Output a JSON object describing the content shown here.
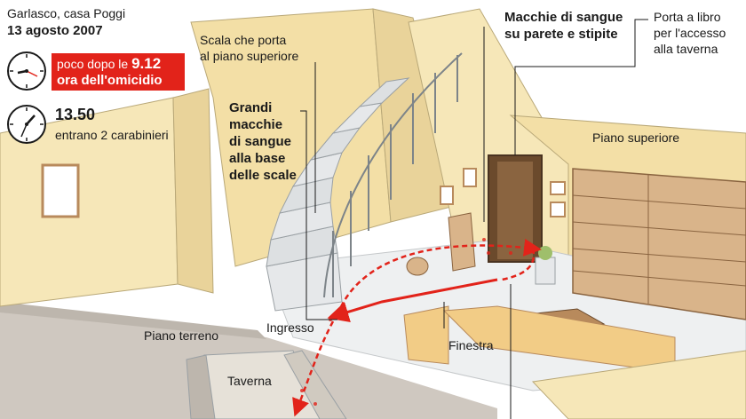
{
  "header": {
    "place": "Garlasco, casa Poggi",
    "date": "13 agosto 2007"
  },
  "timeline": [
    {
      "time_prefix": "poco dopo le",
      "time": "9.12",
      "text": "ora dell'omicidio",
      "highlight_color": "#e2231a"
    },
    {
      "time": "13.50",
      "text": "entrano 2 carabinieri"
    }
  ],
  "labels": {
    "stairs_line1": "Scala che porta",
    "stairs_line2": "al piano superiore",
    "blood_stairs": [
      "Grandi",
      "macchie",
      "di sangue",
      "alla base",
      "delle scale"
    ],
    "blood_wall_line1": "Macchie di sangue",
    "blood_wall_line2": "su parete e stipite",
    "door_line1": "Porta a libro",
    "door_line2": "per l'accesso",
    "door_line3": "alla taverna",
    "upper_floor": "Piano superiore",
    "ground_floor": "Piano terreno",
    "entrance": "Ingresso",
    "window": "Finestra",
    "tavern": "Taverna"
  },
  "colors": {
    "wall": "#f6e7b8",
    "wall_shade": "#e9d39a",
    "floor": "#eef0f1",
    "wood": "#d9b48a",
    "wood_dark": "#b88a5c",
    "stairs": "#e6e8ea",
    "path": "#e2231a"
  }
}
